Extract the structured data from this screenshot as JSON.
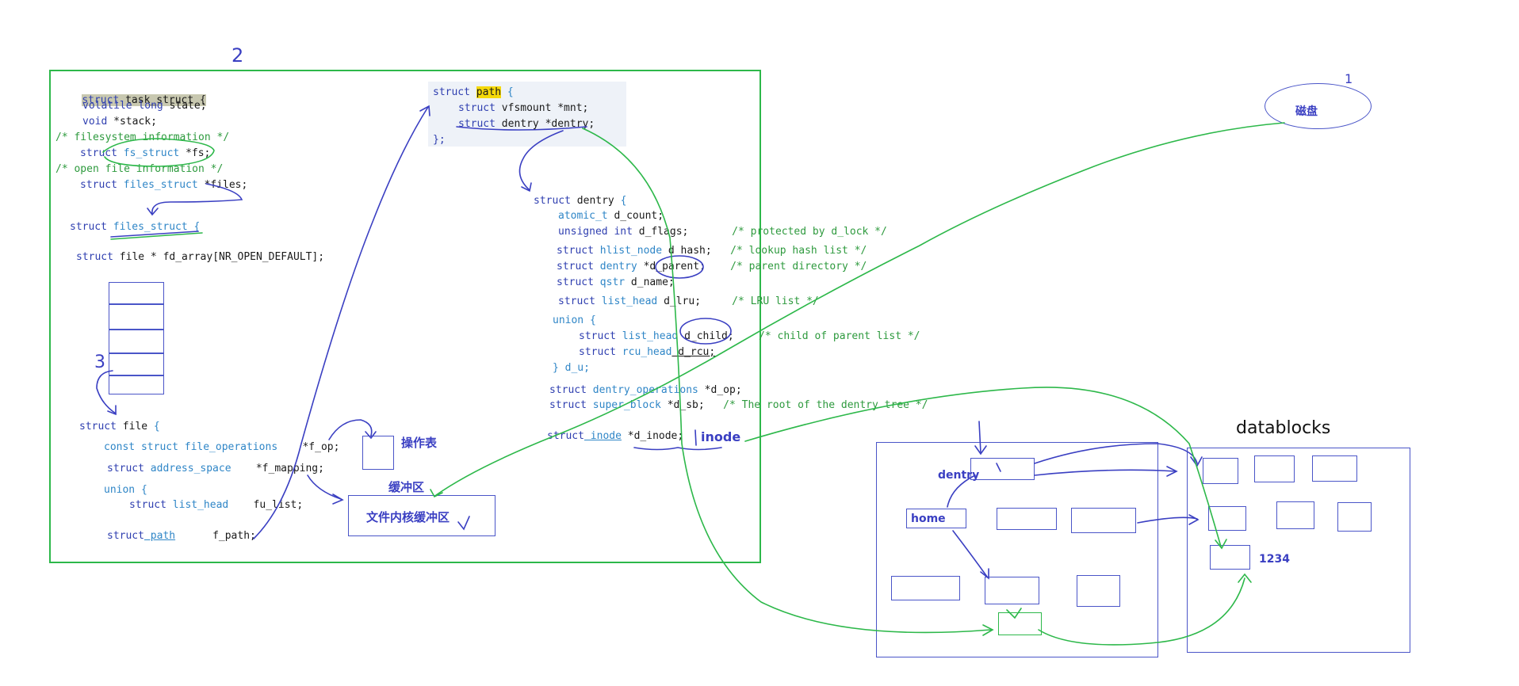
{
  "labels": {
    "mark_top_2": "2",
    "mark_1": "1",
    "mark_3": "3",
    "disk": "磁盘",
    "op_table": "操作表",
    "buffer": "缓冲区",
    "kernel_buffer": "文件内核缓冲区",
    "inode": "inode",
    "datablocks": "datablocks",
    "dentry": "dentry",
    "home": "home",
    "block_id": "1234"
  },
  "task_struct": {
    "l1a": "struct",
    "l1b": "task_struct",
    "l1c": " {",
    "l2a": "volatile long",
    "l2b": " state;",
    "l3a": "void",
    "l3b": " *stack;",
    "l4": "/* filesystem information */",
    "l5a": "struct",
    "l5b": " fs_struct",
    "l5c": " *fs;",
    "l6": "/* open file information */",
    "l7a": "struct",
    "l7b": " files_struct",
    "l7c": " *files;"
  },
  "files_struct": {
    "l1a": "struct",
    "l1b": " files_struct {",
    "l2a": "struct",
    "l2b": " file * fd_array[NR_OPEN_DEFAULT];"
  },
  "file_struct": {
    "l1a": "struct",
    "l1b": " file",
    "l1c": " {",
    "l2a": "const struct file_operations",
    "l2b": "    *f_op;",
    "l3a": "struct",
    "l3b": " address_space",
    "l3c": "    *f_mapping;",
    "l4": "union {",
    "l5a": "struct",
    "l5b": " list_head",
    "l5c": "    fu_list;",
    "l6a": "struct",
    "l6b": " path",
    "l6c": "      f_path;"
  },
  "path_struct": {
    "l1a": "struct",
    "l1b": "path",
    "l1c": " {",
    "l2a": "struct",
    "l2b": " vfsmount *mnt;",
    "l3a": "struct",
    "l3b": " dentry *dentry;",
    "l4": "};"
  },
  "dentry_struct": {
    "l1a": "struct",
    "l1b": " dentry",
    "l1c": " {",
    "l2a": "atomic_t",
    "l2b": " d_count;",
    "l3a": "unsigned int",
    "l3b": " d_flags;",
    "l3c": "       /* protected by d_lock */",
    "l4a": "struct",
    "l4b": " hlist_node",
    "l4c": " d_hash;",
    "l4d": "   /* lookup hash list */",
    "l5a": "struct",
    "l5b": " dentry",
    "l5c": " *d_parent;",
    "l5d": "    /* parent directory */",
    "l6a": "struct",
    "l6b": " qstr",
    "l6c": " d_name;",
    "l7a": "struct",
    "l7b": " list_head",
    "l7c": " d_lru;",
    "l7d": "     /* LRU list */",
    "l8": "union {",
    "l9a": "struct",
    "l9b": " list_head",
    "l9c": " d_child;",
    "l9d": "    /* child of parent list */",
    "l10a": "struct",
    "l10b": " rcu_head",
    "l10c": " d_rcu;",
    "l11": "} d_u;",
    "l12a": "struct",
    "l12b": " dentry_operations",
    "l12c": " *d_op;",
    "l13a": "struct",
    "l13b": " super_block",
    "l13c": " *d_sb;",
    "l13d": "   /* The root of the dentry tree */",
    "l14a": "struct",
    "l14b": " inode",
    "l14c": " *d_inode;"
  },
  "colors": {
    "ink_blue": "#3a3fc2",
    "ink_green": "#2db84a",
    "keyword": "#2f3fb0",
    "type": "#2f86c7",
    "comment": "#2e9a3e",
    "highlight": "#f5d90a",
    "box_border": "#4a55c8"
  }
}
